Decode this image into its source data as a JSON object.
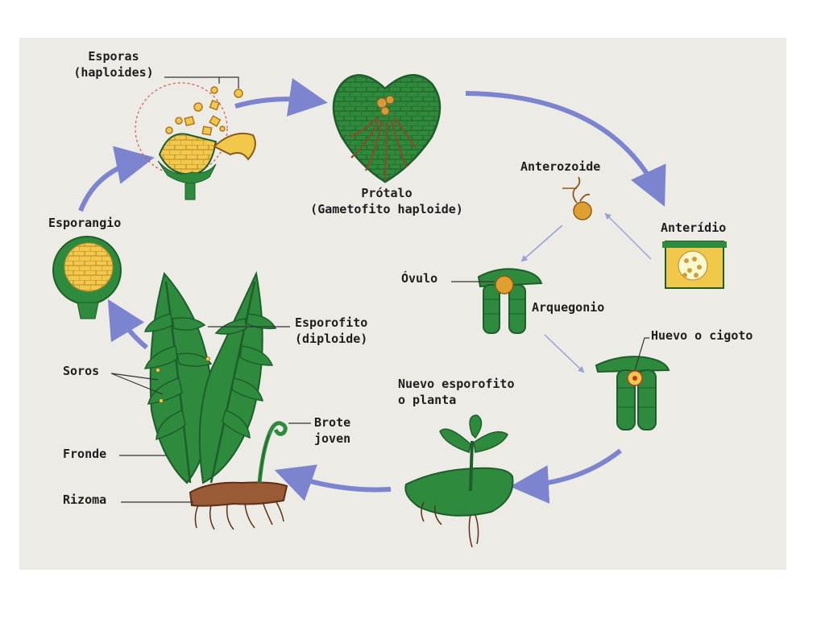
{
  "labels": {
    "esporas_line1": "Esporas",
    "esporas_line2": "(haploides)",
    "protalo_line1": "Prótalo",
    "protalo_line2": "(Gametofito haploide)",
    "anterozoide": "Anterozoide",
    "anteridio": "Anterídio",
    "ovulo": "Óvulo",
    "arquegonio": "Arquegonio",
    "huevo_cigoto": "Huevo o cigoto",
    "esporangio": "Esporangio",
    "esporofito_line1": "Esporofito",
    "esporofito_line2": "(diploide)",
    "soros": "Soros",
    "fronde": "Fronde",
    "rizoma": "Rizoma",
    "brote_line1": "Brote",
    "brote_line2": "joven",
    "nuevo_line1": "Nuevo esporofito",
    "nuevo_line2": "o planta"
  },
  "colors": {
    "background": "#ecebe6",
    "arrow": "#7c84cf",
    "leaf_green": "#2e8b3e",
    "dark_green": "#1d5e2a",
    "cell_yellow": "#f2c84b",
    "root_brown": "#8b4a2b",
    "spore_orange": "#e0a030"
  }
}
